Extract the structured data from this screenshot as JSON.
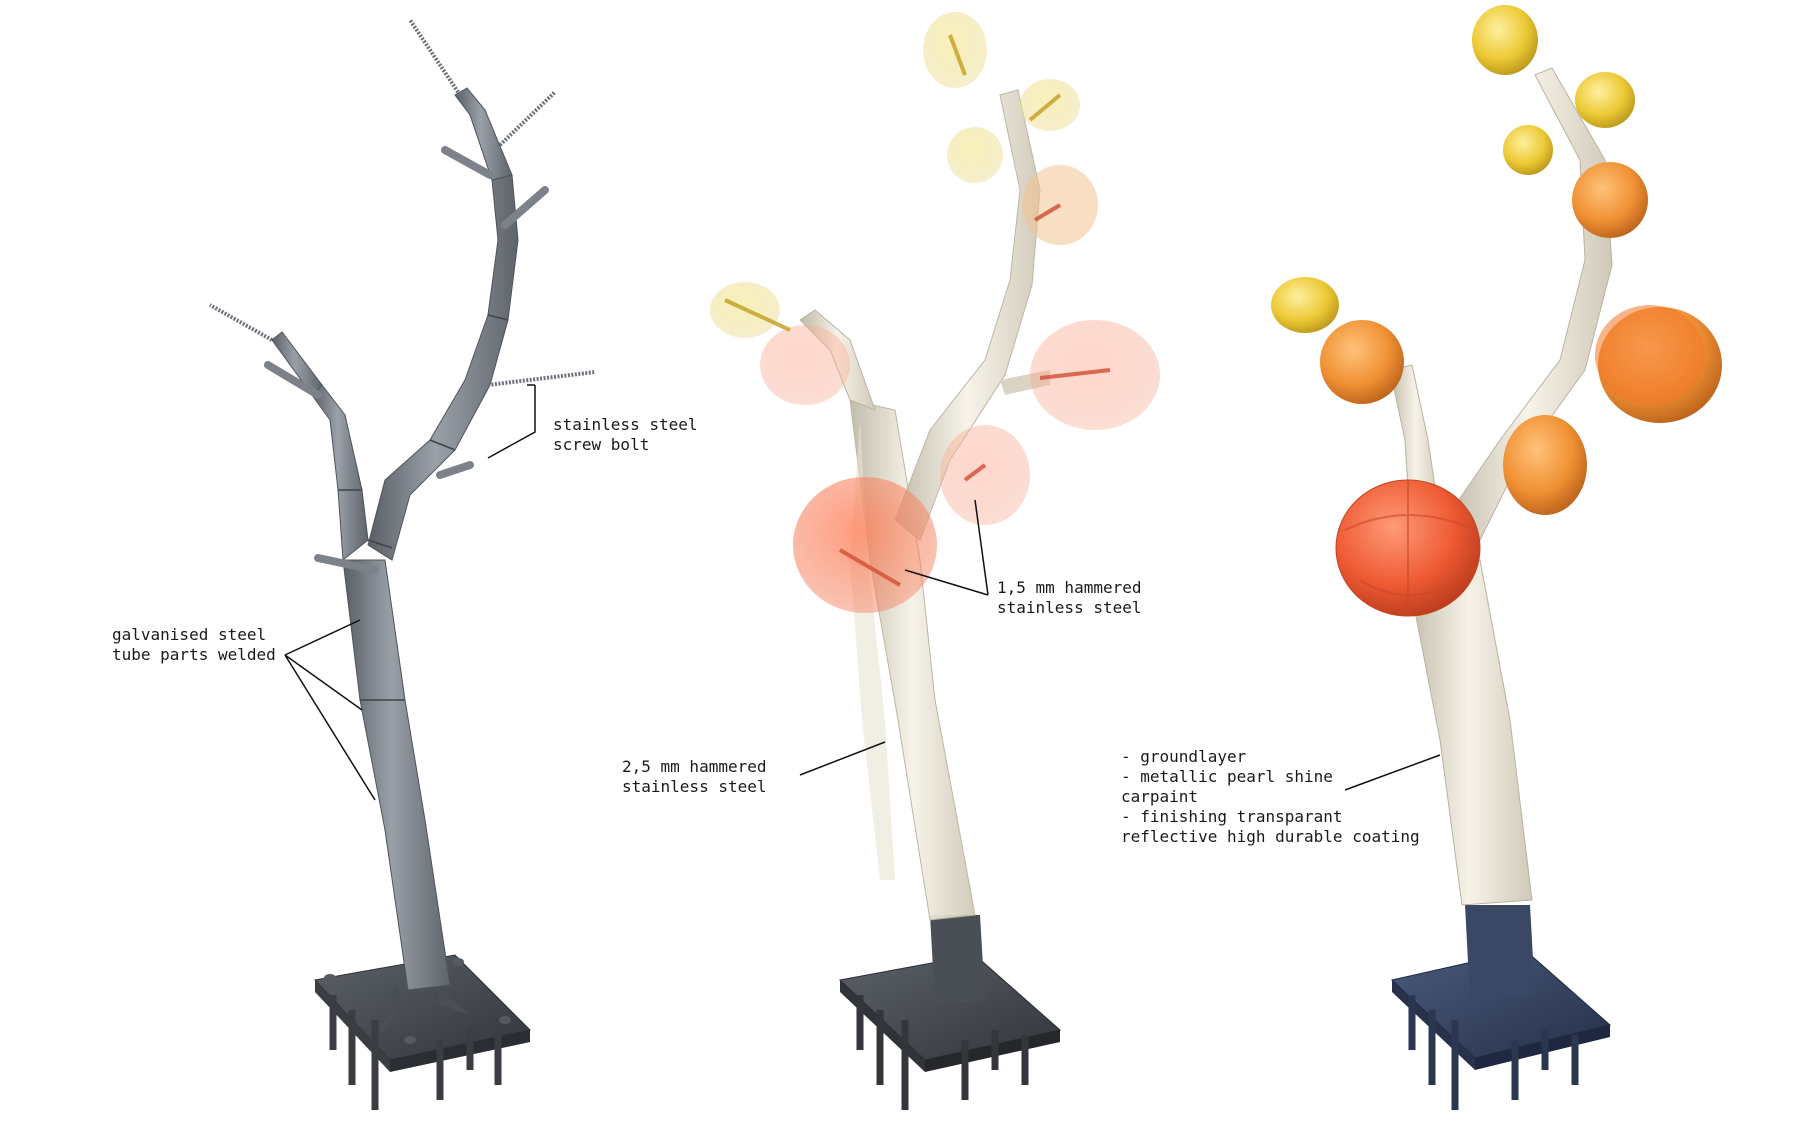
{
  "colors": {
    "steel": "#7b8088",
    "steel_dark": "#4f545b",
    "base_dark": "#3e4148",
    "base_blue": "#2f3d5c",
    "cream": "#efeadc",
    "red_orange": "#ee5a33",
    "orange": "#f29a3a",
    "yellow": "#ecc935",
    "leader": "#111111"
  },
  "labels": {
    "galvanised": {
      "line1": "galvanised steel",
      "line2": "tube parts welded"
    },
    "screw_bolt": {
      "line1": "stainless steel",
      "line2": "screw bolt"
    },
    "hammered_15": {
      "line1": "1,5 mm hammered",
      "line2": "stainless steel"
    },
    "hammered_25": {
      "line1": "2,5 mm hammered",
      "line2": "stainless steel"
    },
    "finish": {
      "line1": "- groundlayer",
      "line2": "- metallic pearl shine",
      "line3": "carpaint",
      "line4": "- finishing transparant",
      "line5": "reflective high durable coating"
    }
  }
}
